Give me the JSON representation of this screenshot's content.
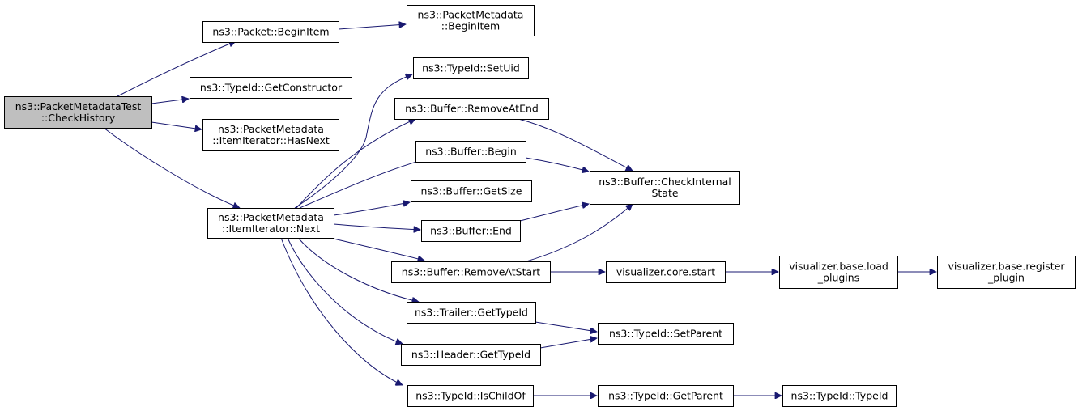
{
  "diagram": {
    "type": "call-graph",
    "colors": {
      "edge": "#191970",
      "root_fill": "#bfbfbf",
      "node_fill": "#ffffff",
      "node_border": "#000000"
    },
    "nodes": [
      {
        "id": "check_history",
        "root": true,
        "lines": [
          "ns3::PacketMetadataTest",
          "::CheckHistory"
        ]
      },
      {
        "id": "packet_begin_item",
        "lines": [
          "ns3::Packet::BeginItem"
        ]
      },
      {
        "id": "typeid_get_constructor",
        "lines": [
          "ns3::TypeId::GetConstructor"
        ]
      },
      {
        "id": "item_iterator_has_next",
        "lines": [
          "ns3::PacketMetadata",
          "::ItemIterator::HasNext"
        ]
      },
      {
        "id": "item_iterator_next",
        "lines": [
          "ns3::PacketMetadata",
          "::ItemIterator::Next"
        ]
      },
      {
        "id": "packetmetadata_begin_item",
        "lines": [
          "ns3::PacketMetadata",
          "::BeginItem"
        ]
      },
      {
        "id": "typeid_set_uid",
        "lines": [
          "ns3::TypeId::SetUid"
        ]
      },
      {
        "id": "buffer_remove_at_end",
        "lines": [
          "ns3::Buffer::RemoveAtEnd"
        ]
      },
      {
        "id": "buffer_begin",
        "lines": [
          "ns3::Buffer::Begin"
        ]
      },
      {
        "id": "buffer_get_size",
        "lines": [
          "ns3::Buffer::GetSize"
        ]
      },
      {
        "id": "buffer_end",
        "lines": [
          "ns3::Buffer::End"
        ]
      },
      {
        "id": "buffer_remove_at_start",
        "lines": [
          "ns3::Buffer::RemoveAtStart"
        ]
      },
      {
        "id": "trailer_get_typeid",
        "lines": [
          "ns3::Trailer::GetTypeId"
        ]
      },
      {
        "id": "header_get_typeid",
        "lines": [
          "ns3::Header::GetTypeId"
        ]
      },
      {
        "id": "typeid_is_child_of",
        "lines": [
          "ns3::TypeId::IsChildOf"
        ]
      },
      {
        "id": "buffer_check_internal_state",
        "lines": [
          "ns3::Buffer::CheckInternal",
          "State"
        ]
      },
      {
        "id": "visualizer_core_start",
        "lines": [
          "visualizer.core.start"
        ]
      },
      {
        "id": "typeid_set_parent",
        "lines": [
          "ns3::TypeId::SetParent"
        ]
      },
      {
        "id": "typeid_get_parent",
        "lines": [
          "ns3::TypeId::GetParent"
        ]
      },
      {
        "id": "visualizer_base_load_plugins",
        "lines": [
          "visualizer.base.load",
          "_plugins"
        ]
      },
      {
        "id": "typeid_typeid",
        "lines": [
          "ns3::TypeId::TypeId"
        ]
      },
      {
        "id": "visualizer_base_register_plugin",
        "lines": [
          "visualizer.base.register",
          "_plugin"
        ]
      }
    ],
    "edges": [
      {
        "from": "check_history",
        "to": "packet_begin_item"
      },
      {
        "from": "check_history",
        "to": "typeid_get_constructor"
      },
      {
        "from": "check_history",
        "to": "item_iterator_has_next"
      },
      {
        "from": "check_history",
        "to": "item_iterator_next"
      },
      {
        "from": "packet_begin_item",
        "to": "packetmetadata_begin_item"
      },
      {
        "from": "item_iterator_next",
        "to": "typeid_set_uid"
      },
      {
        "from": "item_iterator_next",
        "to": "buffer_remove_at_end"
      },
      {
        "from": "item_iterator_next",
        "to": "buffer_begin"
      },
      {
        "from": "item_iterator_next",
        "to": "buffer_get_size"
      },
      {
        "from": "item_iterator_next",
        "to": "buffer_end"
      },
      {
        "from": "item_iterator_next",
        "to": "buffer_remove_at_start"
      },
      {
        "from": "item_iterator_next",
        "to": "trailer_get_typeid"
      },
      {
        "from": "item_iterator_next",
        "to": "header_get_typeid"
      },
      {
        "from": "item_iterator_next",
        "to": "typeid_is_child_of"
      },
      {
        "from": "buffer_remove_at_end",
        "to": "buffer_check_internal_state"
      },
      {
        "from": "buffer_begin",
        "to": "buffer_check_internal_state"
      },
      {
        "from": "buffer_end",
        "to": "buffer_check_internal_state"
      },
      {
        "from": "buffer_remove_at_start",
        "to": "buffer_check_internal_state"
      },
      {
        "from": "buffer_remove_at_start",
        "to": "visualizer_core_start"
      },
      {
        "from": "visualizer_core_start",
        "to": "visualizer_base_load_plugins"
      },
      {
        "from": "visualizer_base_load_plugins",
        "to": "visualizer_base_register_plugin"
      },
      {
        "from": "trailer_get_typeid",
        "to": "typeid_set_parent"
      },
      {
        "from": "header_get_typeid",
        "to": "typeid_set_parent"
      },
      {
        "from": "typeid_is_child_of",
        "to": "typeid_get_parent"
      },
      {
        "from": "typeid_get_parent",
        "to": "typeid_typeid"
      }
    ]
  }
}
